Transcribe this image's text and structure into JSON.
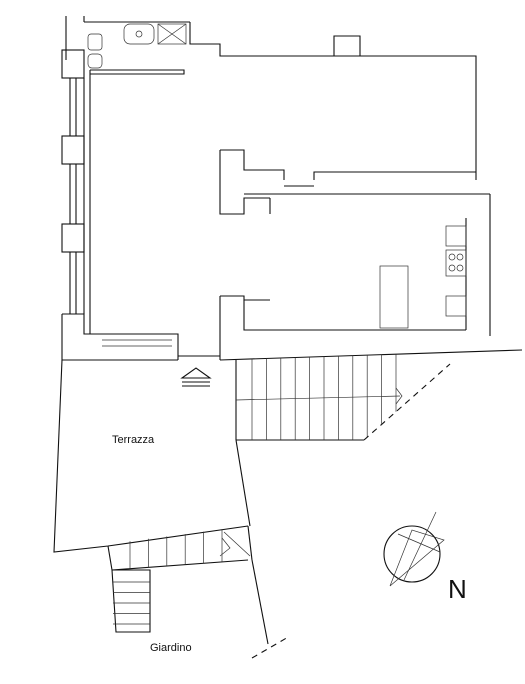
{
  "plan": {
    "labels": {
      "terrace": "Terrazza",
      "garden": "Giardino",
      "north": "N"
    },
    "stairs": {
      "main_steps": 11,
      "garden_steps_horizontal": 6,
      "garden_steps_vertical": 5
    }
  }
}
